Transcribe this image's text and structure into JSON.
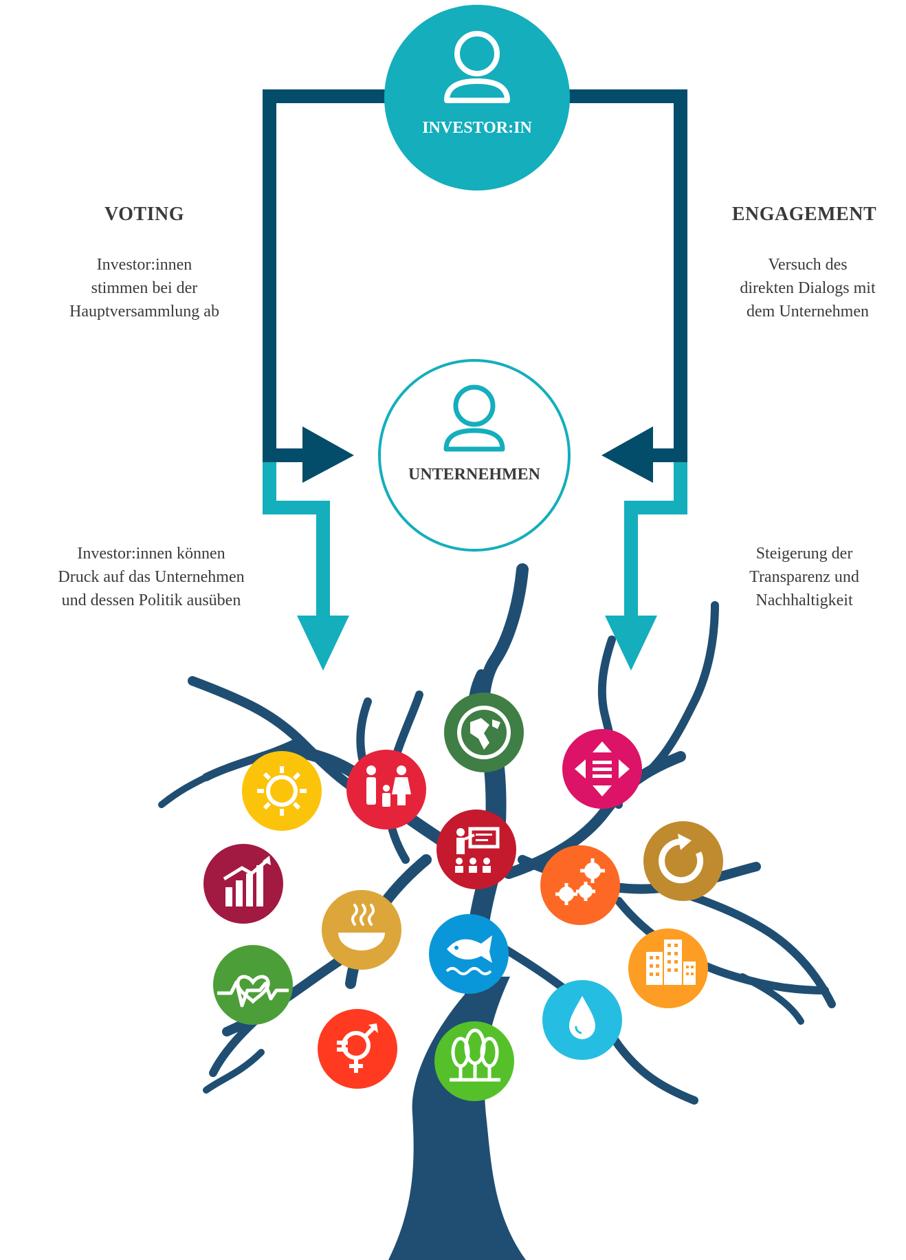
{
  "investor": {
    "label": "INVESTOR:IN"
  },
  "company": {
    "label": "UNTERNEHMEN"
  },
  "voting": {
    "heading": "VOTING",
    "desc_lines": [
      "Investor:innen",
      "stimmen bei der",
      "Hauptversammlung ab"
    ],
    "effect_lines": [
      "Investor:innen können",
      "Druck auf das Unternehmen",
      "und dessen Politik ausüben"
    ]
  },
  "engagement": {
    "heading": "ENGAGEMENT",
    "desc_lines": [
      "Versuch des",
      "direkten Dialogs mit",
      "dem Unternehmen"
    ],
    "effect_lines": [
      "Steigerung der",
      "Transparenz und",
      "Nachhaltigkeit"
    ]
  },
  "colors": {
    "teal": "#14aebc",
    "navy": "#034c6a",
    "tree": "#1f4e72",
    "sdg": {
      "globe": "#3f7e44",
      "sun": "#fcc30b",
      "family": "#e5243b",
      "inequality": "#dd1367",
      "economy": "#a21942",
      "education": "#c5192d",
      "consumption": "#bf8b2e",
      "industry": "#fd6925",
      "hunger": "#dda63a",
      "water_life": "#0a97d9",
      "cities": "#fd9d24",
      "health": "#4c9f38",
      "water": "#26bde2",
      "gender": "#ff3a21",
      "land": "#56c02b"
    }
  },
  "icons": [
    "globe-icon",
    "sun-icon",
    "family-icon",
    "inequality-icon",
    "growth-chart-icon",
    "teacher-icon",
    "recycle-icon",
    "gears-icon",
    "bowl-icon",
    "fish-icon",
    "buildings-icon",
    "heartbeat-icon",
    "water-drop-icon",
    "gender-equality-icon",
    "trees-icon"
  ]
}
